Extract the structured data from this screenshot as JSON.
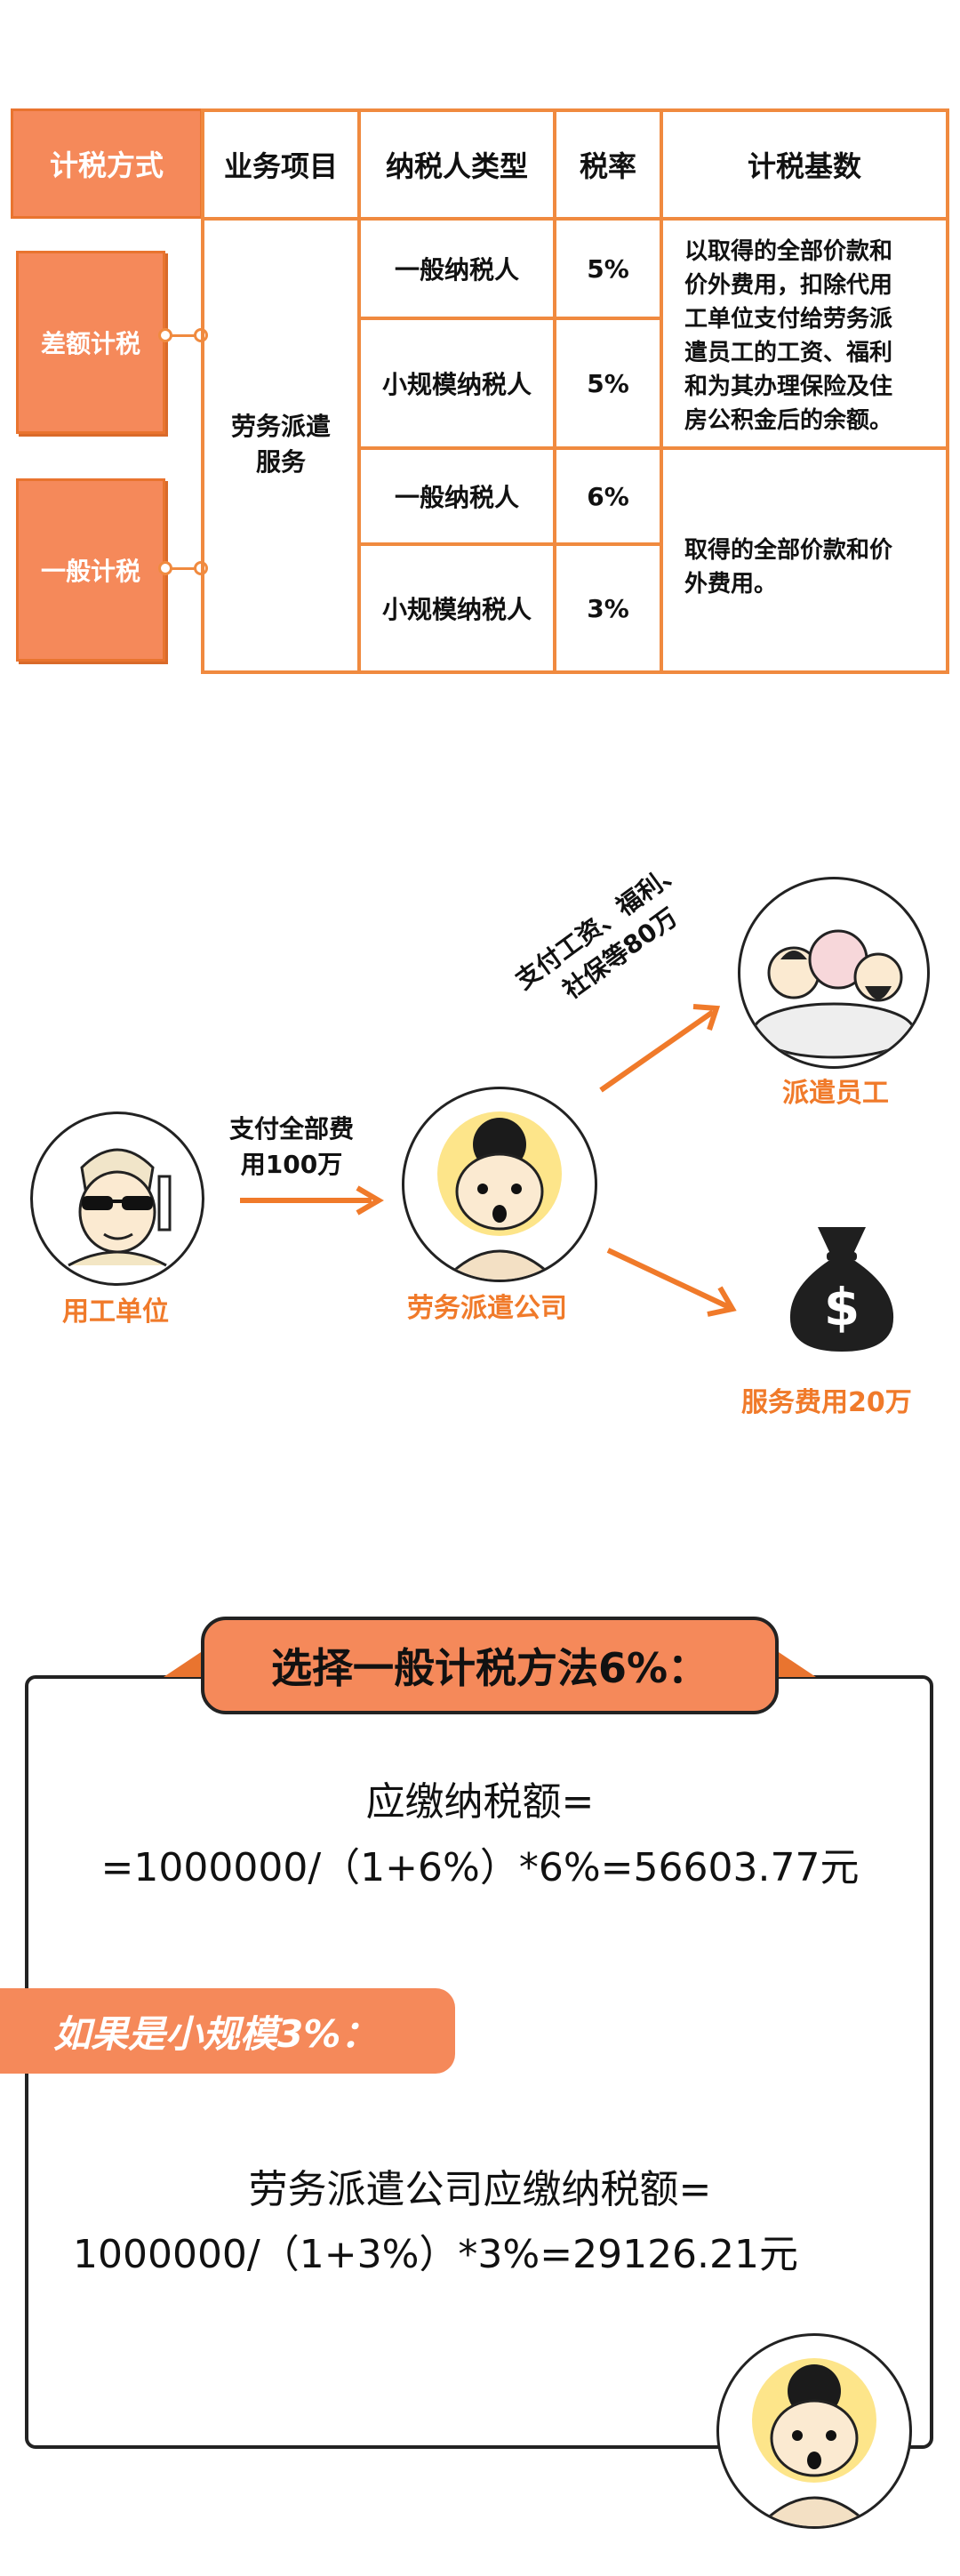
{
  "table": {
    "headers": [
      "计税方式",
      "业务项目",
      "纳税人类型",
      "税率",
      "计税基数"
    ],
    "methods": [
      "差额计税",
      "一般计税"
    ],
    "service": "劳务派遣服务",
    "rows": [
      {
        "type": "一般纳税人",
        "rate": "5%"
      },
      {
        "type": "小规模纳税人",
        "rate": "5%"
      },
      {
        "type": "一般纳税人",
        "rate": "6%"
      },
      {
        "type": "小规模纳税人",
        "rate": "3%"
      }
    ],
    "base_diff": [
      "以取得的全部价款和",
      "价外费用，扣除代用",
      "工单位支付给劳务派",
      "遣员工的工资、福利",
      "和为其办理保险及住",
      "房公积金后的余额。"
    ],
    "base_general": [
      "取得的全部价款和价",
      "外费用。"
    ]
  },
  "flow": {
    "employer": "用工单位",
    "pay_all": [
      "支付全部费",
      "用100万"
    ],
    "company": "劳务派遣公司",
    "pay_wages": [
      "支付工资、福利、",
      "社保等80万"
    ],
    "staff": "派遣员工",
    "service_fee": "服务费用20万",
    "money_icon": "money-bag-icon"
  },
  "calc": {
    "banner": "选择一般计税方法6%：",
    "line1": "应缴纳税额=",
    "line2": "=1000000/（1+6%）*6%=56603.77元",
    "sub_banner": "如果是小规模3%：",
    "line3": "劳务派遣公司应缴纳税额=",
    "line4": "1000000/（1+3%）*3%=29126.21元"
  },
  "colors": {
    "accent": "#f5895a",
    "line": "#f08a3f",
    "label": "#f07a2a"
  }
}
